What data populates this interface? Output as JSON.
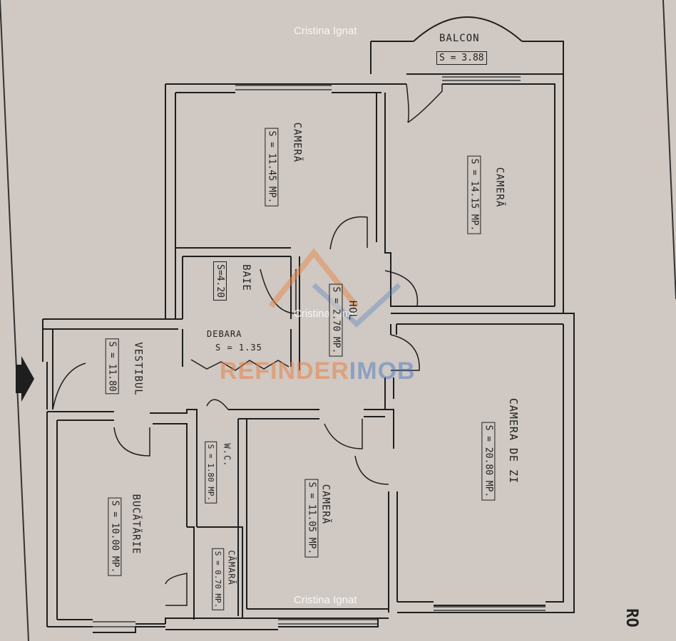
{
  "watermark": {
    "author": "Cristina Ignat",
    "logo_part1": "REFINDER",
    "logo_part2": "IMOB"
  },
  "rooms": {
    "balcon": {
      "name": "BALCON",
      "area": "S = 3.88"
    },
    "camera_top_left": {
      "name": "CAMERĂ",
      "area": "S = 11.45 MP."
    },
    "camera_top_right": {
      "name": "CAMERĂ",
      "area": "S = 14.15 MP."
    },
    "baie": {
      "name": "BAIE",
      "area": "S=4.20"
    },
    "hol": {
      "name": "HOL",
      "area": "S = 2.70 MP."
    },
    "debara": {
      "name": "DEBARA",
      "area": "S = 1.35"
    },
    "vestibul": {
      "name": "VESTIBUL",
      "area": "S = 11.80"
    },
    "wc": {
      "name": "W.C.",
      "area": "S = 1.80 MP."
    },
    "camera_center": {
      "name": "CAMERĂ",
      "area": "S = 11.05 MP."
    },
    "camera_de_zi": {
      "name": "CAMERA DE ZI",
      "area": "S = 20.80 MP."
    },
    "bucatarie": {
      "name": "BUCĂTĂRIE",
      "area": "S = 10.00 MP."
    },
    "camara": {
      "name": "CĂMARĂ",
      "area": "S = 0.70 MP."
    }
  },
  "edge_text": "RO",
  "colors": {
    "paper": "#cfc8c3",
    "ink": "#1e1e1e",
    "wall_fill": "#c9c2bd"
  }
}
